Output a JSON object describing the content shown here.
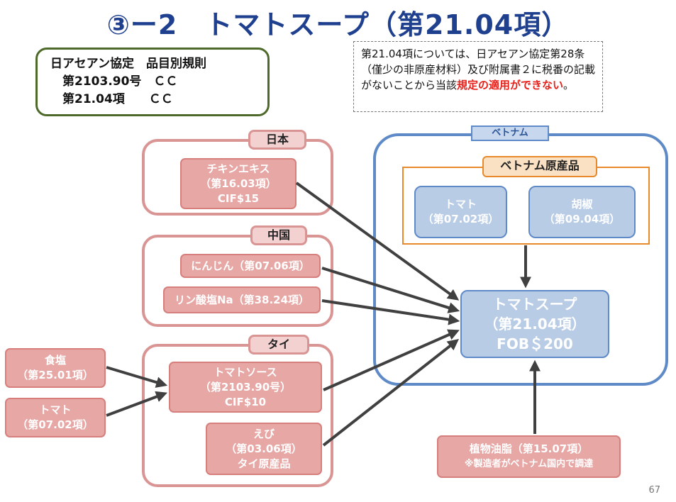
{
  "title": "③ー2　トマトスープ（第21.04項）",
  "rules": {
    "line1": "日アセアン協定　品目別規則",
    "line2": "　第2103.90号　ＣＣ",
    "line3": "　第21.04項　　ＣＣ"
  },
  "note": {
    "text": "第21.04項については、日アセアン協定第28条（僅少の非原産材料）及び附属書２に税番の記載がないことから当該",
    "emphasis": "規定の適用ができない",
    "suffix": "。"
  },
  "japan": {
    "label": "日本",
    "item": {
      "line1": "チキンエキス",
      "line2": "（第16.03項）",
      "line3": "CIF$15"
    }
  },
  "china": {
    "label": "中国",
    "item1": "にんじん（第07.06項）",
    "item2": "リン酸塩Na（第38.24項）"
  },
  "thai": {
    "label": "タイ",
    "sauce": {
      "line1": "トマトソース",
      "line2": "（第2103.90号）",
      "line3": "CIF$10"
    },
    "shrimp": {
      "line1": "えび",
      "line2": "（第03.06項）",
      "line3": "タイ原産品"
    }
  },
  "inputs": {
    "salt": {
      "line1": "食塩",
      "line2": "（第25.01項）"
    },
    "tomato": {
      "line1": "トマト",
      "line2": "（第07.02項）"
    }
  },
  "vietnam": {
    "label": "ベトナム",
    "origin_label": "ベトナム原産品",
    "tomato": {
      "line1": "トマト",
      "line2": "（第07.02項）"
    },
    "pepper": {
      "line1": "胡椒",
      "line2": "（第09.04項）"
    },
    "soup": {
      "line1": "トマトスープ",
      "line2": "（第21.04項）",
      "line3": "FOB＄200"
    }
  },
  "oil": {
    "line1": "植物油脂（第15.07項）",
    "line2": "※製造者がベトナム国内で調達"
  },
  "page_number": "67",
  "colors": {
    "title": "#1f3f8f",
    "pink_box": "#e6a7a5",
    "pink_border": "#d99594",
    "blue_box": "#b9cce6",
    "blue_border": "#5e8ac7",
    "orange_border": "#e88a2c",
    "rule_border": "#4e6a2a",
    "emphasis": "#e8201a",
    "arrow": "#404040"
  }
}
